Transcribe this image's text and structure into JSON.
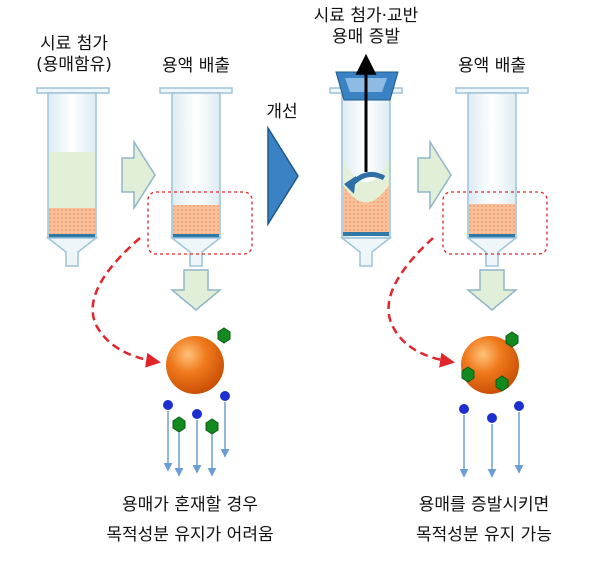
{
  "labels": {
    "sample_add_line1": "시료 첨가",
    "sample_add_line2": "(용매함유)",
    "solvent_discharge_left": "용액 배출",
    "improvement": "개선",
    "sample_add_stir_line1": "시료 첨가·교반",
    "sample_add_stir_line2": "용매 증발",
    "solvent_discharge_right": "용액 배출",
    "caption_left_line1": "용매가 혼재할 경우",
    "caption_left_line2": "목적성분 유지가 어려움",
    "caption_right_line1": "용매를 증발시키면",
    "caption_right_line2": "목적성분 유지 가능"
  },
  "colors": {
    "tube_outline": "#9ec4d8",
    "tube_glass": "#eef6fa",
    "liquid": "#e3f0d7",
    "packing": "#f6b48a",
    "frit": "#2f78a8",
    "block_arrow_fill": "#e2efd8",
    "block_arrow_stroke": "#8fb5c7",
    "improve_arrow": "#3b82c4",
    "dashed_red": "#e0252b",
    "sphere": "#ee6a12",
    "hexagon": "#138a20",
    "dot": "#1d2fd0",
    "flow_arrow": "#6a9fd6"
  }
}
